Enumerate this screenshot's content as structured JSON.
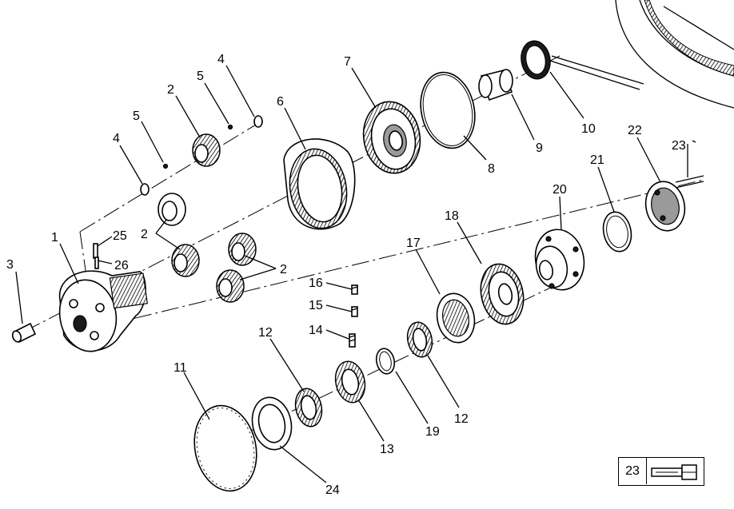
{
  "callouts": {
    "c1": "1",
    "c2a": "2",
    "c2b": "2",
    "c2c": "2",
    "c3": "3",
    "c4a": "4",
    "c4b": "4",
    "c5a": "5",
    "c5b": "5",
    "c6": "6",
    "c7": "7",
    "c8": "8",
    "c9": "9",
    "c10": "10",
    "c11": "11",
    "c12a": "12",
    "c12b": "12",
    "c13": "13",
    "c14": "14",
    "c15": "15",
    "c16": "16",
    "c17": "17",
    "c18": "18",
    "c19": "19",
    "c20": "20",
    "c21": "21",
    "c22": "22",
    "c23": "23",
    "c24": "24",
    "c25": "25",
    "c26": "26"
  },
  "legend": {
    "number": "23",
    "icon": "bolt-icon"
  }
}
